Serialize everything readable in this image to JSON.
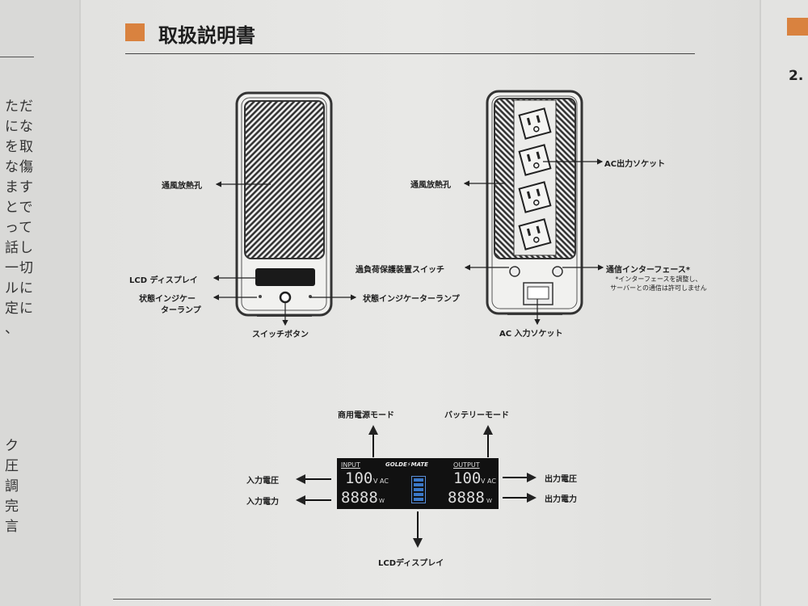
{
  "left_page": {
    "lines_upper": [
      "ただ",
      "にな",
      "を取",
      "な傷",
      "ます",
      "とで",
      "って",
      "話し",
      "一切",
      "ルに",
      "定に",
      "、"
    ],
    "lines_lower": [
      "ク",
      "圧",
      "調",
      "完",
      "言"
    ]
  },
  "header": {
    "title": "取扱説明書",
    "accent_color": "#d9823f"
  },
  "right_page": {
    "section_number": "2."
  },
  "front_view": {
    "vent": "通風放熱孔",
    "lcd": "LCD ディスプレイ",
    "status_lamp_line1": "状態インジケー",
    "status_lamp_line2": "ターランプ",
    "switch": "スイッチボタン",
    "status_lamp_right": "状態インジケーターランプ"
  },
  "back_view": {
    "vent": "通風放熱孔",
    "ac_out": "AC出力ソケット",
    "overload": "過負荷保護装置スイッチ",
    "comm": "通信インターフェース*",
    "note_line1": "*インターフェースを調整し、",
    "note_line2": "サーバーとの通信は許可しません",
    "ac_in": "AC 入力ソケット"
  },
  "lcd_diagram": {
    "commercial_mode": "商用電源モード",
    "battery_mode": "バッテリーモード",
    "input_voltage": "入力電圧",
    "input_power": "入力電力",
    "output_voltage": "出力電圧",
    "output_power": "出力電力",
    "lcd_display": "LCDディスプレイ",
    "screen": {
      "input_label": "INPUT",
      "output_label": "OUTPUT",
      "brand": "GOLDE⚡MATE",
      "in_volt": "100",
      "in_volt_unit": "V AC",
      "in_watt": "8888",
      "in_watt_unit": "W",
      "out_volt": "100",
      "out_volt_unit": "V AC",
      "out_watt": "8888",
      "out_watt_unit": "W",
      "battery_color": "#3a78c8"
    }
  }
}
